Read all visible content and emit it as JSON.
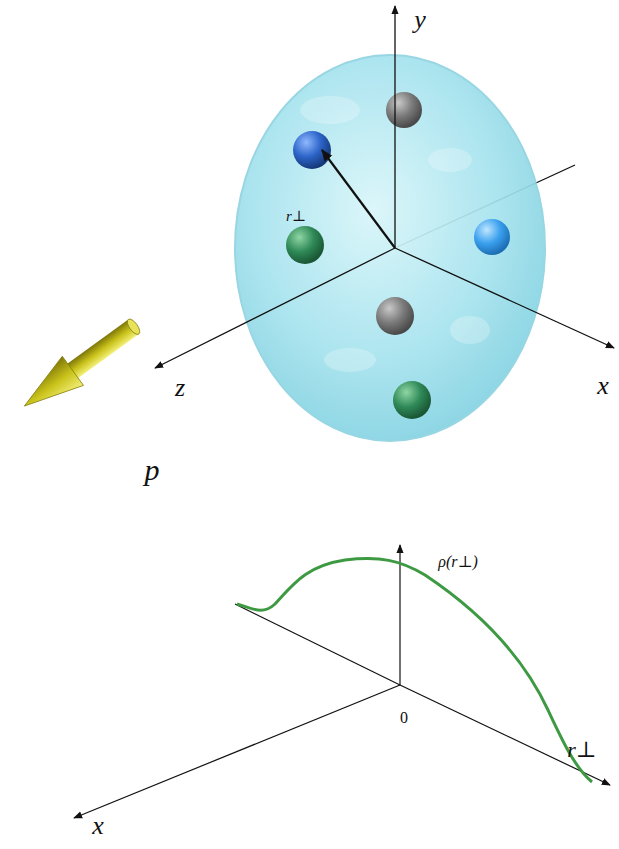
{
  "diagram": {
    "labels": [
      "y",
      "r⊥",
      "z",
      "x",
      "p",
      "ρ(r⊥)",
      "0",
      "r⊥",
      "x"
    ]
  }
}
